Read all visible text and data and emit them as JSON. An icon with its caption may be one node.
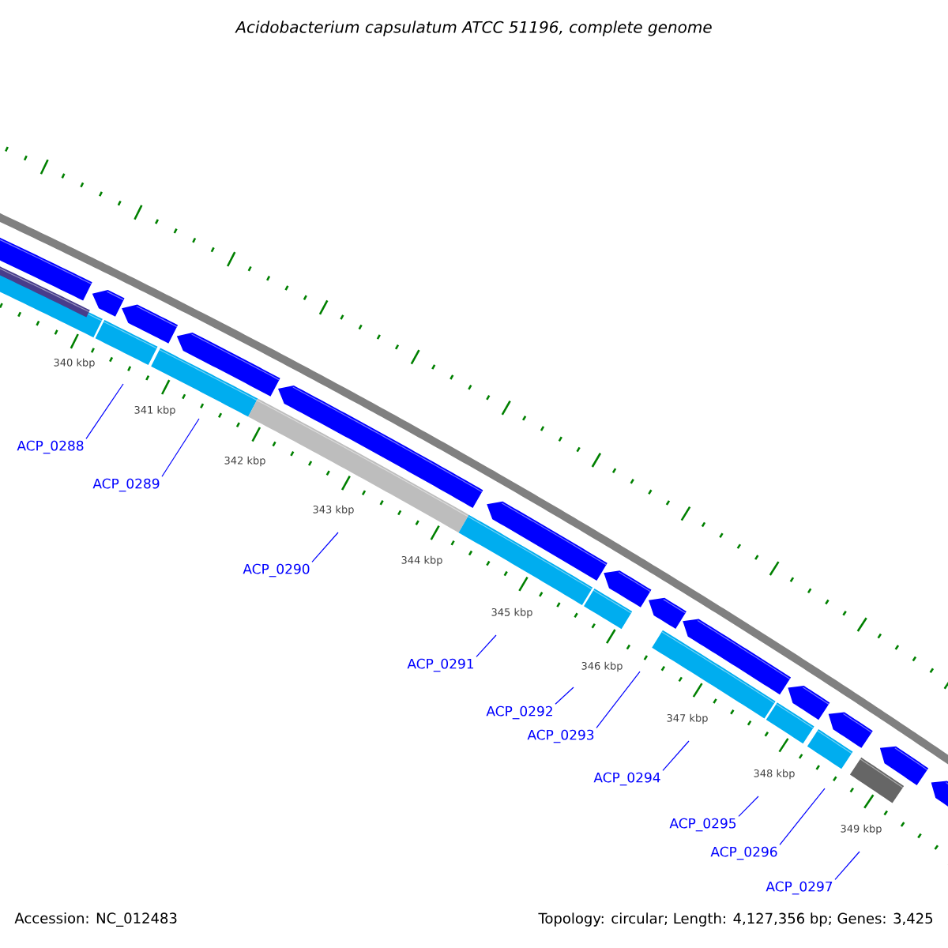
{
  "diagram": {
    "title": "Acidobacterium capsulatum ATCC 51196, complete genome",
    "nodes": [
      {
        "text": [
          "ACP_0288"
        ]
      },
      {
        "text": [
          "ACP_0289"
        ]
      },
      {
        "text": [
          "ACP_0290"
        ]
      },
      {
        "text": [
          "ACP_0291"
        ]
      },
      {
        "text": [
          "ACP_0292"
        ]
      },
      {
        "text": [
          "ACP_0293"
        ]
      },
      {
        "text": [
          "ACP_0294"
        ]
      },
      {
        "text": [
          "ACP_0295"
        ]
      },
      {
        "text": [
          "ACP_0296"
        ]
      },
      {
        "text": [
          "ACP_0297"
        ]
      }
    ],
    "edges": [
      {
        "from": 0,
        "to": null,
        "arrow": "none"
      },
      {
        "from": 1,
        "to": null,
        "arrow": "none"
      },
      {
        "from": 2,
        "to": null,
        "arrow": "none"
      },
      {
        "from": 3,
        "to": null,
        "arrow": "none"
      },
      {
        "from": 4,
        "to": null,
        "arrow": "none"
      },
      {
        "from": 5,
        "to": null,
        "arrow": "none"
      },
      {
        "from": 6,
        "to": null,
        "arrow": "none"
      },
      {
        "from": 7,
        "to": null,
        "arrow": "none"
      },
      {
        "from": 8,
        "to": null,
        "arrow": "none"
      },
      {
        "from": 9,
        "to": null,
        "arrow": "none"
      }
    ],
    "labels": [
      "340 kbp",
      "341 kbp",
      "342 kbp",
      "343 kbp",
      "344 kbp",
      "345 kbp",
      "346 kbp",
      "347 kbp",
      "348 kbp",
      "349 kbp",
      "Accession: NC_012483",
      "Topology: circular; Length: 4,127,356 bp; Genes: 3,425"
    ]
  }
}
